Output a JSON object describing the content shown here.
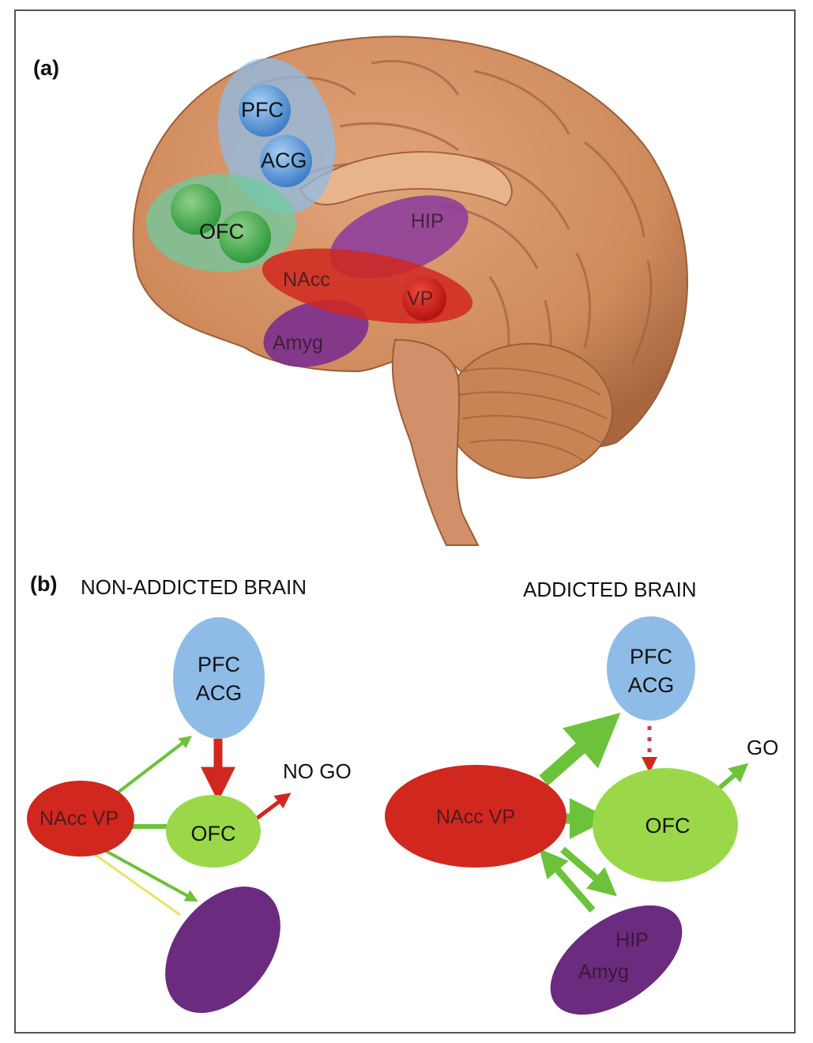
{
  "panel_a": {
    "label": "(a)",
    "regions": {
      "pfc": "PFC",
      "acg": "ACG",
      "ofc": "OFC",
      "hip": "HIP",
      "nacc": "NAcc",
      "vp": "VP",
      "amyg": "Amyg"
    }
  },
  "panel_b": {
    "label": "(b)",
    "non_addicted": {
      "title": "NON-ADDICTED BRAIN",
      "pfc_line1": "PFC",
      "pfc_line2": "ACG",
      "nacc_vp": "NAcc VP",
      "ofc": "OFC",
      "output": "NO GO"
    },
    "addicted": {
      "title": "ADDICTED BRAIN",
      "pfc_line1": "PFC",
      "pfc_line2": "ACG",
      "nacc_vp": "NAcc VP",
      "ofc": "OFC",
      "output": "GO",
      "hip": "HIP",
      "amyg": "Amyg"
    }
  },
  "colors": {
    "brain": "#cf8a5c",
    "pfc_acg": "#8fbce6",
    "ofc": "#9ad84a",
    "nacc_vp": "#d0281f",
    "amyg_hip": "#6b2b7e",
    "arrow_green": "#6cc23a",
    "arrow_red": "#d0281f"
  }
}
